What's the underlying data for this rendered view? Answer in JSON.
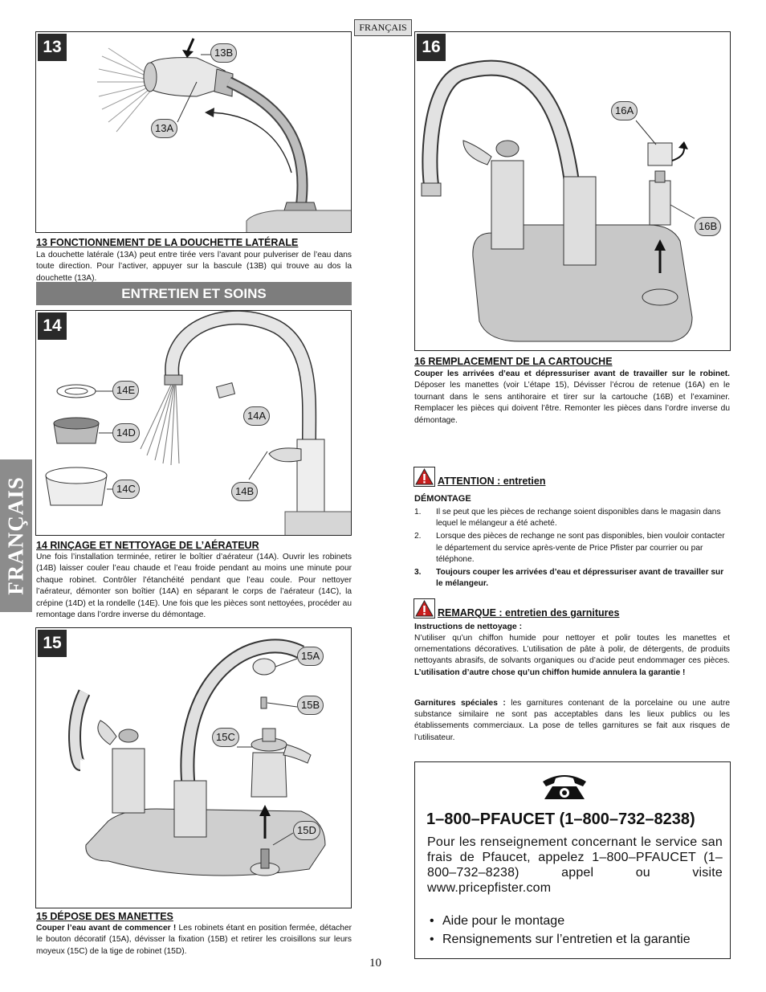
{
  "lang_tab": "FRANÇAIS",
  "side_tab": "FRANÇAIS",
  "fig13": {
    "step": "13",
    "callouts": {
      "a": "13A",
      "b": "13B"
    },
    "title": "13  FONCTIONNEMENT DE LA DOUCHETTE LATÉRALE",
    "text": "La douchette latérale (13A) peut entre tirée vers l’avant pour pulveriser de l’eau dans toute direction. Pour l’activer, appuyer sur la bascule (13B) qui trouve au dos la douchette (13A)."
  },
  "section_bar": "ENTRETIEN ET SOINS",
  "fig14": {
    "step": "14",
    "callouts": {
      "a": "14A",
      "b": "14B",
      "c": "14C",
      "d": "14D",
      "e": "14E"
    },
    "title": "14  RINÇAGE ET NETTOYAGE DE L’AÉRATEUR",
    "text": "Une fois l’installation terminée, retirer le boîtier d’aérateur (14A). Ouvrir les robinets (14B) laisser couler l’eau chaude et l’eau froide pendant au moins une minute pour chaque robinet. Contrôler l’étanchéité pendant que l’eau coule. Pour nettoyer l’aérateur, démonter son boîtier (14A) en séparant le corps de l’aérateur (14C), la crépine (14D) et la rondelle (14E). Une fois que les pièces sont nettoyées, procéder au remontage dans l’ordre inverse du démontage."
  },
  "fig15": {
    "step": "15",
    "callouts": {
      "a": "15A",
      "b": "15B",
      "c": "15C",
      "d": "15D"
    },
    "title": "15  DÉPOSE DES MANETTES",
    "lead": "Couper l’eau avant de commencer !",
    "text": " Les robinets étant en position fermée, détacher le bouton décoratif (15A), dévisser la fixation (15B) et retirer les croisillons sur leurs moyeux (15C) de la tige de robinet (15D)."
  },
  "fig16": {
    "step": "16",
    "callouts": {
      "a": "16A",
      "b": "16B"
    },
    "title": "16  REMPLACEMENT DE LA CARTOUCHE",
    "lead": "Couper les arrivées d’eau et dépressuriser avant de travailler sur le robinet.",
    "text": " Déposer les manettes (voir L’étape 15), Dévisser l’écrou de retenue (16A) en le tournant dans le sens antihoraire et tirer sur la cartouche (16B) et l’examiner. Remplacer les pièces qui doivent l’être. Remonter les pièces dans l’ordre inverse du démontage."
  },
  "attention": {
    "label": "ATTENTION : entretien",
    "subhead": "DÉMONTAGE",
    "items": [
      {
        "n": "1.",
        "text": "Il se peut que les pièces de rechange soient disponibles dans le magasin dans lequel le mélangeur a été acheté."
      },
      {
        "n": "2.",
        "text": "Lorsque des pièces de rechange ne sont pas disponibles, bien vouloir contacter le département du service après-vente de Price Pfister par courrier ou par téléphone."
      },
      {
        "n": "3.",
        "text": "Toujours couper les arrivées d’eau et dépressuriser avant de travailler sur le mélangeur."
      }
    ]
  },
  "remarque": {
    "label": "REMARQUE : entretien des garnitures",
    "subhead": "Instructions de nettoyage :",
    "text": "N’utiliser qu’un chiffon humide pour nettoyer et polir toutes les manettes et ornementations décoratives. L’utilisation de pâte à polir, de détergents, de produits nettoyants abrasifs, de solvants organiques ou d’acide peut endommager ces pièces.",
    "text_bold": " L’utilisation d’autre chose qu’un chiffon humide annulera la garantie !",
    "special_lead": "Garnitures spéciales :",
    "special_text": " les garnitures contenant de la porcelaine ou une autre substance similaire ne sont pas acceptables dans les lieux publics ou les établissements commerciaux. La pose de telles garnitures se fait aux risques de l’utilisateur."
  },
  "contact": {
    "number": "1–800–PFAUCET (1–800–732–8238)",
    "body": "Pour les renseignement concernant le service san frais de Pfaucet, appelez 1–800–PFAUCET (1–800–732–8238) appel ou visite www.pricepfister.com",
    "bullets": [
      "Aide pour le montage",
      "Rensignements sur l’entretien et la garantie"
    ]
  },
  "page_number": "10"
}
